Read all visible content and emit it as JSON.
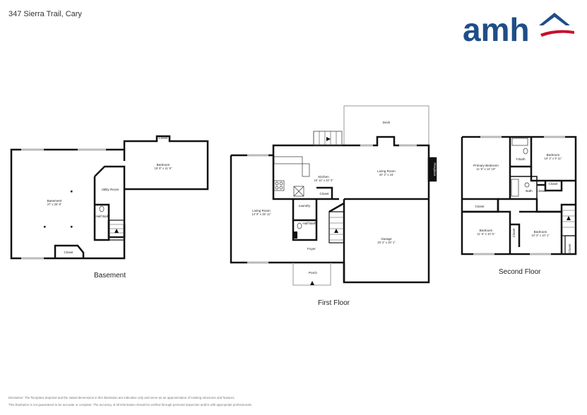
{
  "header": {
    "address": "347 Sierra Trail, Cary"
  },
  "logo": {
    "text": "amh",
    "colors": {
      "text": "#1f4e87",
      "roof": "#1f4e87",
      "swoosh": "#c8102e"
    }
  },
  "floors": {
    "basement": {
      "label": "Basement",
      "rooms": {
        "basement": {
          "name": "Basement",
          "dim": "27' x 25' 8\""
        },
        "bedroom": {
          "name": "Bedroom",
          "dim": "19' 9\" x 11' 8\""
        },
        "closet_top": {
          "name": "Closet"
        },
        "utility": {
          "name": "Utility Room"
        },
        "half_bath": {
          "name": "Half Bath"
        },
        "closet_bottom": {
          "name": "Closet"
        }
      }
    },
    "first": {
      "label": "First Floor",
      "rooms": {
        "deck": {
          "name": "Deck"
        },
        "kitchen": {
          "name": "Kitchen",
          "dim": "16' 11\" x 10' 3\""
        },
        "living_right": {
          "name": "Living Room",
          "dim": "20' 2\" x 15'"
        },
        "fireplace": {
          "name": "Fireplace"
        },
        "closet": {
          "name": "Closet"
        },
        "living_left": {
          "name": "Living Room",
          "dim": "14' 9\" x 25' 11\""
        },
        "laundry": {
          "name": "Laundry"
        },
        "half_bath": {
          "name": "Half Bath"
        },
        "garage": {
          "name": "Garage",
          "dim": "20' 2\" x 20' 1\""
        },
        "foyer": {
          "name": "Foyer"
        },
        "porch": {
          "name": "Porch"
        }
      }
    },
    "second": {
      "label": "Second Floor",
      "rooms": {
        "primary": {
          "name": "Primary Bedroom",
          "dim": "11' 6\" x 14' 10\""
        },
        "fbath": {
          "name": "F.Bath"
        },
        "bedroom_ne": {
          "name": "Bedroom",
          "dim": "10' 1\" x 9' 11\""
        },
        "bath": {
          "name": "Bath"
        },
        "closet_a": {
          "name": "Closet"
        },
        "closet_b": {
          "name": "Closet"
        },
        "closet_c": {
          "name": "Closet"
        },
        "bedroom_sw": {
          "name": "Bedroom",
          "dim": "11' 6\" x 10' 5\""
        },
        "closet_d": {
          "name": "Closet"
        },
        "bedroom_se": {
          "name": "Bedroom",
          "dim": "10' 3\" x 10' 1\""
        },
        "closet_e": {
          "name": "Closet"
        }
      }
    }
  },
  "disclaimer": {
    "line1": "Disclaimer: The floorplans depicted and the stated dimensions in this illustration are indicative only and serve as an approximation of existing structures and features.",
    "line2": "This illustration is not guaranteed to be accurate or complete. The accuracy of all information should be verified through personal inspection and/or with appropriate professionals."
  }
}
